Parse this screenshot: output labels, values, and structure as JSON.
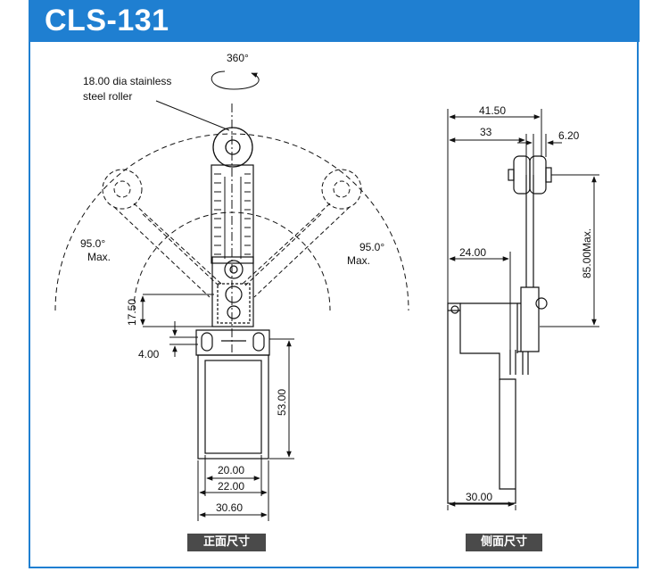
{
  "title": "CLS-131",
  "front_view": {
    "rotation": "360°",
    "roller_note_line1": "18.00 dia stainless",
    "roller_note_line2": "steel roller",
    "angle_left": "95.0°",
    "angle_left_max": "Max.",
    "angle_right": "95.0°",
    "angle_right_max": "Max.",
    "dim_17_50": "17.50",
    "dim_4_00": "4.00",
    "dim_53_00": "53.00",
    "dim_20_00": "20.00",
    "dim_22_00": "22.00",
    "dim_30_60": "30.60",
    "caption": "正面尺寸"
  },
  "side_view": {
    "dim_41_50": "41.50",
    "dim_33": "33",
    "dim_6_20": "6.20",
    "dim_24_00": "24.00",
    "dim_85_max": "85.00Max.",
    "dim_30_00": "30.00",
    "caption": "侧面尺寸"
  },
  "colors": {
    "accent": "#1f7fd1",
    "line": "#111111",
    "caption_bg": "#4a4a4a"
  }
}
